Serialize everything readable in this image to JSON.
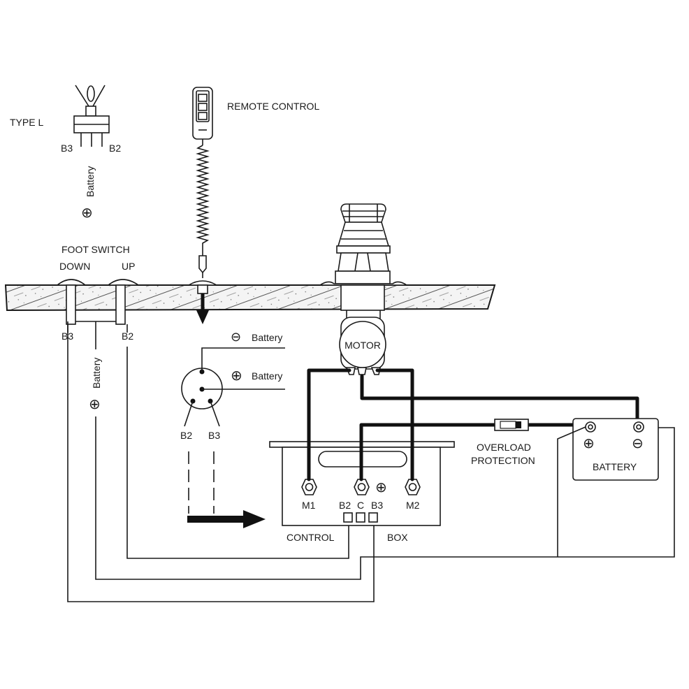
{
  "toggle_switch": {
    "type_label": "TYPE L",
    "left_terminal": "B3",
    "right_terminal": "B2",
    "battery_label": "Battery",
    "battery_symbol": "⊕"
  },
  "remote_control": {
    "label": "REMOTE CONTROL"
  },
  "foot_switch": {
    "title": "FOOT SWITCH",
    "down_label": "DOWN",
    "up_label": "UP",
    "left_terminal": "B3",
    "right_terminal": "B2",
    "battery_label": "Battery",
    "battery_symbol": "⊕"
  },
  "round_connector": {
    "neg_battery_label": "Battery",
    "pos_battery_label": "Battery",
    "neg_symbol": "⊖",
    "pos_symbol": "⊕",
    "left_terminal": "B2",
    "right_terminal": "B3"
  },
  "motor": {
    "label": "MOTOR"
  },
  "control_box": {
    "label_left": "CONTROL",
    "label_right": "BOX",
    "terminal_m1": "M1",
    "terminal_m2": "M2",
    "terminal_b2": "B2",
    "terminal_c": "C",
    "terminal_b3": "B3",
    "plus_symbol": "⊕"
  },
  "overload": {
    "line1": "OVERLOAD",
    "line2": "PROTECTION"
  },
  "battery": {
    "label": "BATTERY",
    "pos_symbol": "⊕",
    "neg_symbol": "⊖"
  },
  "colors": {
    "ink": "#1a1a1a",
    "background": "#ffffff"
  }
}
